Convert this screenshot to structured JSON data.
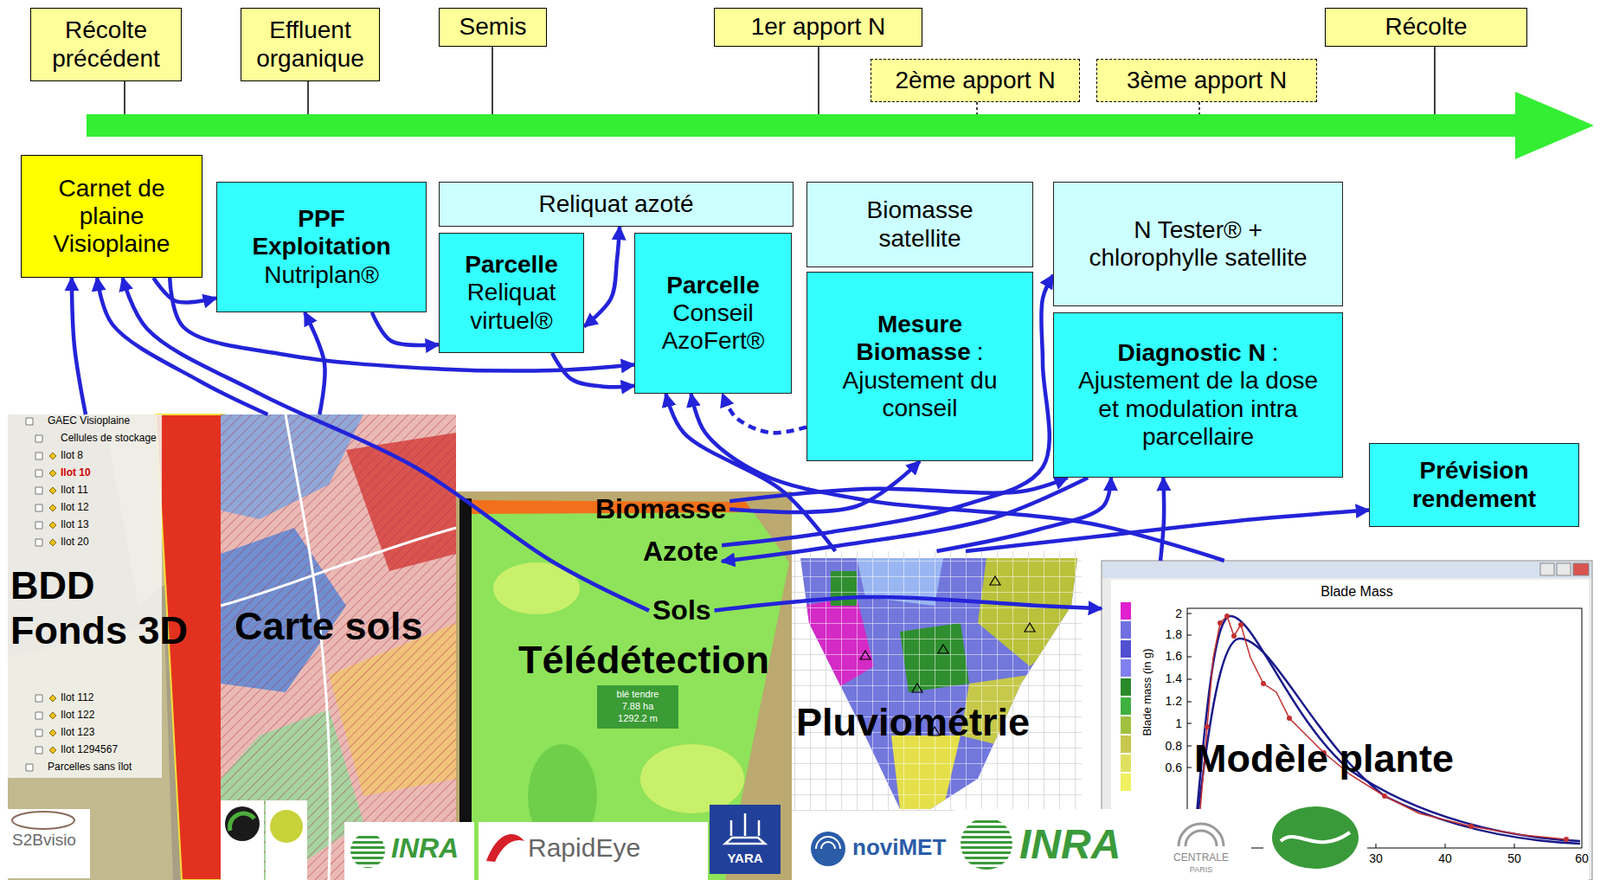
{
  "diagram": {
    "nodes": [
      {
        "text": [
          "Récolte précédent"
        ]
      },
      {
        "text": [
          "Effluent organique"
        ]
      },
      {
        "text": [
          "Semis"
        ]
      },
      {
        "text": [
          "1er apport N"
        ]
      },
      {
        "text": [
          "2ème apport N"
        ]
      },
      {
        "text": [
          "3ème apport N"
        ]
      },
      {
        "text": [
          "Récolte"
        ]
      },
      {
        "text": [
          "Carnet de plaine Visioplaine"
        ]
      },
      {
        "text": [
          "PPF Exploitation",
          "Nutriplan®"
        ]
      },
      {
        "text": [
          "Reliquat azoté"
        ]
      },
      {
        "text": [
          "Parcelle",
          "Reliquat virtuel®"
        ]
      },
      {
        "text": [
          "Parcelle",
          "Conseil AzoFert®"
        ]
      },
      {
        "text": [
          "Biomasse satellite"
        ]
      },
      {
        "text": [
          "Mesure Biomasse",
          ": Ajustement du conseil"
        ]
      },
      {
        "text": [
          "N Tester® + chlorophylle satellite"
        ]
      },
      {
        "text": [
          "Diagnostic N",
          ": Ajustement de la dose et modulation intra parcellaire"
        ]
      },
      {
        "text": [
          "Prévision rendement"
        ]
      },
      {
        "text": [
          "BDD Fonds 3D"
        ]
      },
      {
        "text": [
          "Carte sols"
        ]
      },
      {
        "text": [
          "Télédétection"
        ]
      },
      {
        "text": [
          "Biomasse"
        ],
        "in": 19
      },
      {
        "text": [
          "Azote"
        ],
        "in": 19
      },
      {
        "text": [
          "Sols"
        ],
        "in": 19
      },
      {
        "text": [
          "Pluviométrie"
        ]
      },
      {
        "text": [
          "Modèle plante"
        ]
      }
    ],
    "edges": [
      {
        "from": 7,
        "to": 8,
        "arrow": "to"
      },
      {
        "from": 7,
        "to": 11,
        "arrow": "to"
      },
      {
        "from": 8,
        "to": 10,
        "arrow": "to"
      },
      {
        "from": 10,
        "to": 9,
        "arrow": "both"
      },
      {
        "from": 10,
        "to": 11,
        "arrow": "to"
      },
      {
        "from": 13,
        "to": 11,
        "arrow": "to"
      },
      {
        "from": 17,
        "to": 7,
        "arrow": "to"
      },
      {
        "from": 18,
        "to": 7,
        "arrow": "to"
      },
      {
        "from": 22,
        "to": 7,
        "arrow": "to"
      },
      {
        "from": 18,
        "to": 8,
        "arrow": "to"
      },
      {
        "from": 23,
        "to": 11,
        "arrow": "to"
      },
      {
        "from": 24,
        "to": 11,
        "arrow": "to"
      },
      {
        "from": 20,
        "to": 13,
        "arrow": "to"
      },
      {
        "from": 21,
        "to": 14,
        "arrow": "to"
      },
      {
        "from": 15,
        "to": 21,
        "arrow": "to"
      },
      {
        "from": 20,
        "to": 15,
        "arrow": "to"
      },
      {
        "from": 23,
        "to": 15,
        "arrow": "to"
      },
      {
        "from": 24,
        "to": 15,
        "arrow": "to"
      },
      {
        "from": 23,
        "to": 16,
        "arrow": "to"
      },
      {
        "from": 22,
        "to": 24,
        "arrow": "to"
      }
    ],
    "labels": [
      "GAEC Visioplaine",
      "Cellules de stockage",
      "Ilot 8",
      "Ilot 10",
      "Ilot 11",
      "Ilot 12",
      "Ilot 13",
      "Ilot 20",
      "Ilot 112",
      "Ilot 122",
      "Ilot 123",
      "Ilot 1294567",
      "Parcelles sans îlot",
      "blé tendre",
      "7.88 ha",
      "1292.2 m",
      "Blade Mass",
      "2",
      "1.8",
      "1.6",
      "1.4",
      "1.2",
      "1",
      "0.8",
      "0.6",
      "30",
      "40",
      "50",
      "60",
      "Blade mass (in g)",
      "S2Bvisio",
      "INRA",
      "RapidEye",
      "YARA",
      "noviMET",
      "INRA",
      "CENTRALE",
      "PARIS"
    ]
  }
}
